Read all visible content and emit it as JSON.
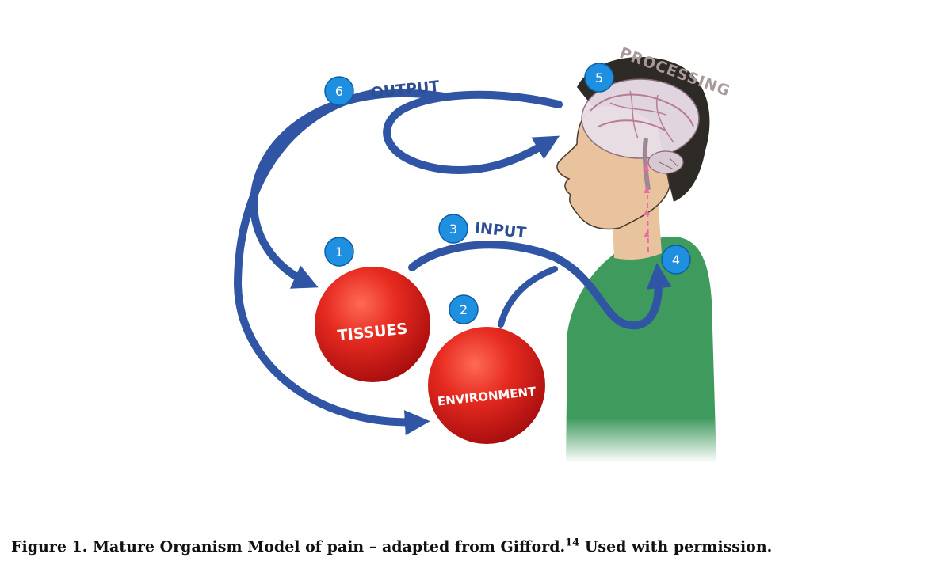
{
  "labels": {
    "output": "OUTPUT",
    "input": "INPUT",
    "processing": "PROCESSING",
    "tissues": "TISSUES",
    "environment": "ENVIRONMENT"
  },
  "badges": [
    "1",
    "2",
    "3",
    "4",
    "5",
    "6"
  ],
  "caption": {
    "main": "Figure 1.  Mature Organism Model of pain – adapted from Gifford.",
    "ref": "14",
    "tail": " Used with permission."
  },
  "colors": {
    "arrow": "#2f55a4",
    "badge": "#1f8fe0",
    "sphere": "#e0201d",
    "shirt": "#3f9a5e",
    "skin": "#e9c39d",
    "hair": "#2e2a25"
  }
}
